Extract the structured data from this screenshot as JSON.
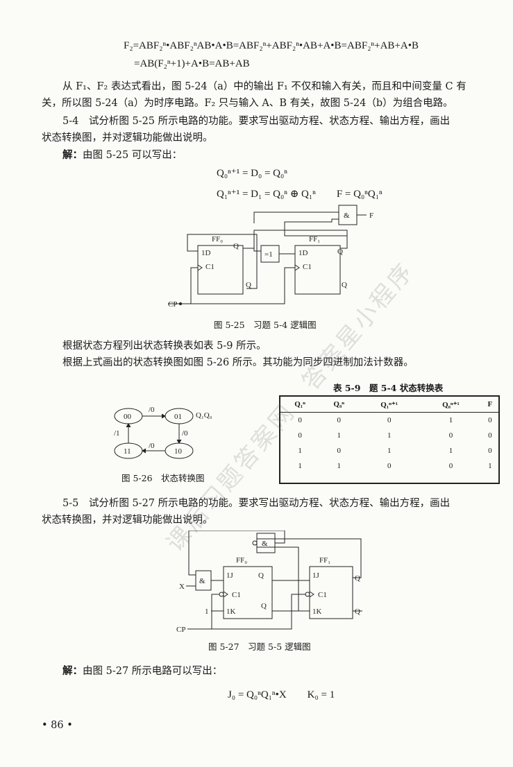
{
  "eq_f2_line1": "F₂=ABF₂ⁿ•ABF₂ⁿAB•A•B=ABF₂ⁿ+ABF₂ⁿ•AB+A•B=ABF₂ⁿ+AB+A•B",
  "eq_f2_line2": "=AB(F₂ⁿ+1)+A•B=AB+AB",
  "para1_line1": "从 F₁、F₂ 表达式看出，图 5-24（a）中的输出 F₁ 不仅和输入有关，而且和中间变量 C 有",
  "para1_line2": "关，所以图 5-24（a）为时序电路。F₂ 只与输入 A、B 有关，故图 5-24（b）为组合电路。",
  "q54_line1": "5-4　试分析图 5-25 所示电路的功能。要求写出驱动方程、状态方程、输出方程，画出",
  "q54_line2": "状态转换图，并对逻辑功能做出说明。",
  "sol_label": "解：",
  "sol54_text": "由图 5-25 可以写出：",
  "eq_q0": "Q₀ⁿ⁺¹ = D₀ = Q₀ⁿ",
  "eq_q1": "Q₁ⁿ⁺¹ = D₁ = Q₀ⁿ ⊕ Q₁ⁿ　　F = Q₀ⁿQ₁ⁿ",
  "fig525": {
    "caption": "图 5-25　习题 5-4 逻辑图",
    "ff0": "FF₀",
    "ff1": "FF₁",
    "d1": "1D",
    "c1": "C1",
    "q": "Q",
    "qbar": "Q",
    "xor": "=1",
    "and": "&",
    "f": "F",
    "cp": "CP"
  },
  "para_table": "根据状态方程列出状态转换表如表 5-9 所示。",
  "para_diagram": "根据上式画出的状态转换图如图 5-26 所示。其功能为同步四进制加法计数器。",
  "fig526": {
    "caption": "图 5-26　状态转换图",
    "states": [
      "00",
      "01",
      "10",
      "11"
    ],
    "axis": "Q₁Q₀",
    "edge_labels": [
      "/0",
      "/0",
      "/0",
      "/1"
    ]
  },
  "table59": {
    "title": "表 5-9　题 5-4 状态转换表",
    "headers": [
      "Q₁ⁿ",
      "Q₀ⁿ",
      "Q₁ⁿ⁺¹",
      "Q₀ⁿ⁺¹",
      "F"
    ],
    "rows": [
      [
        "0",
        "0",
        "0",
        "1",
        "0"
      ],
      [
        "0",
        "1",
        "1",
        "0",
        "0"
      ],
      [
        "1",
        "0",
        "1",
        "1",
        "0"
      ],
      [
        "1",
        "1",
        "0",
        "0",
        "1"
      ]
    ]
  },
  "q55_line1": "5-5　试分析图 5-27 所示电路的功能。要求写出驱动方程、状态方程、输出方程，画出",
  "q55_line2": "状态转换图，并对逻辑功能做出说明。",
  "fig527": {
    "caption": "图 5-27　习题 5-5 逻辑图",
    "ff0": "FF₀",
    "ff1": "FF₁",
    "j": "1J",
    "c1": "C1",
    "k": "1K",
    "q": "Q",
    "qbar": "Q",
    "and": "&",
    "x": "X",
    "one": "1",
    "cp": "CP"
  },
  "sol55_text": "由图 5-27 所示电路可以写出：",
  "eq_j0": "J₀ = Q₀ⁿQ₁ⁿ•X　　K₀ = 1",
  "page_number": "• 86 •",
  "watermark": "课后习题答案网　答案星小程序"
}
